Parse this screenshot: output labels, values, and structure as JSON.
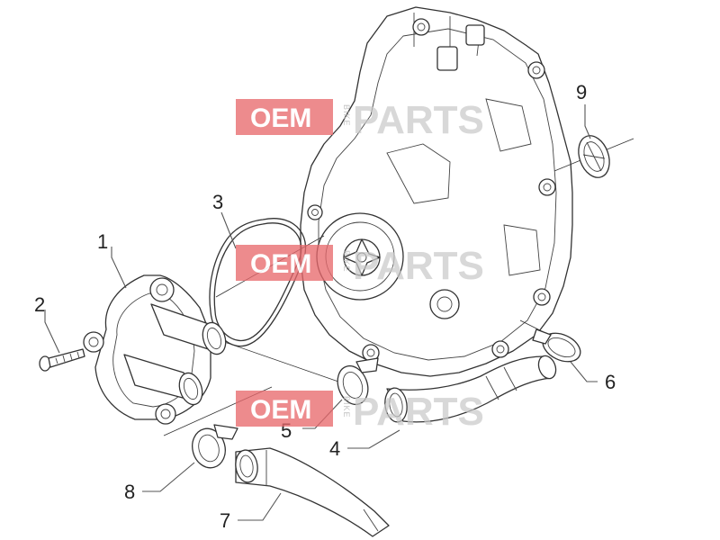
{
  "callouts": [
    {
      "id": "1",
      "label": "1"
    },
    {
      "id": "2",
      "label": "2"
    },
    {
      "id": "3",
      "label": "3"
    },
    {
      "id": "4",
      "label": "4"
    },
    {
      "id": "5",
      "label": "5"
    },
    {
      "id": "6",
      "label": "6"
    },
    {
      "id": "7",
      "label": "7"
    },
    {
      "id": "8",
      "label": "8"
    },
    {
      "id": "9",
      "label": "9"
    }
  ],
  "watermark": {
    "oem": "OEM",
    "bike": "BIKE",
    "parts": "PARTS",
    "colors": {
      "oem_box": "#e8676b",
      "parts_text": "#c9c9c9"
    }
  },
  "icons": [
    "engine-cover",
    "water-pump-cover",
    "o-ring",
    "coolant-hose",
    "hose-clamp",
    "screw",
    "pump-impeller",
    "seal-ring"
  ]
}
